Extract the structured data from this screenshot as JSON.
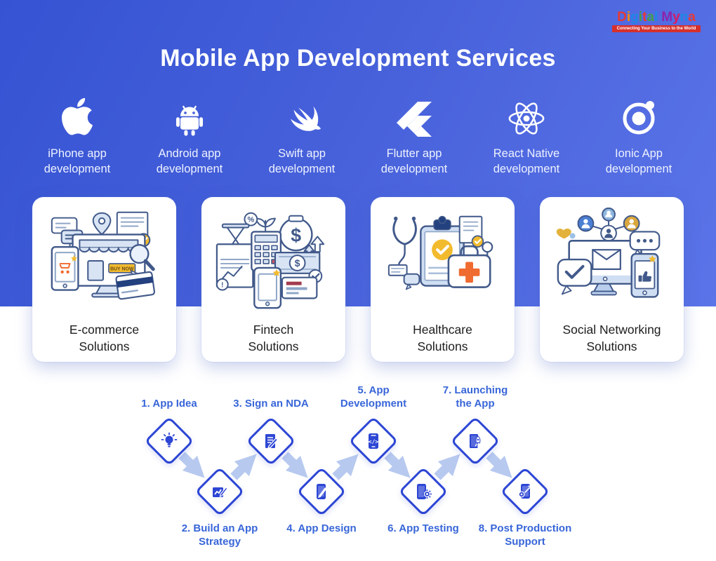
{
  "logo": {
    "brand": "Digital Myna",
    "word1": [
      {
        "ch": "D",
        "color": "#e53935"
      },
      {
        "ch": "i",
        "color": "#fb8c00"
      },
      {
        "ch": "g",
        "color": "#1e88e5"
      },
      {
        "ch": "i",
        "color": "#43a047"
      },
      {
        "ch": "t",
        "color": "#e53935"
      },
      {
        "ch": "a",
        "color": "#43a047"
      },
      {
        "ch": "l",
        "color": "#1e88e5"
      }
    ],
    "word2": [
      {
        "ch": "M",
        "color": "#8e24aa"
      },
      {
        "ch": "y",
        "color": "#d81b60"
      },
      {
        "ch": "n",
        "color": "#1e88e5"
      },
      {
        "ch": "a",
        "color": "#e53935"
      }
    ],
    "tagline": "Connecting Your Business to the World"
  },
  "header": {
    "title": "Mobile App Development Services"
  },
  "platforms": [
    {
      "icon": "apple-icon",
      "label": "iPhone app development"
    },
    {
      "icon": "android-icon",
      "label": "Android app development"
    },
    {
      "icon": "swift-icon",
      "label": "Swift app development"
    },
    {
      "icon": "flutter-icon",
      "label": "Flutter app development"
    },
    {
      "icon": "react-icon",
      "label": "React Native development"
    },
    {
      "icon": "ionic-icon",
      "label": "Ionic App development"
    }
  ],
  "solutions": [
    {
      "label": "E-commerce Solutions"
    },
    {
      "label": "Fintech Solutions"
    },
    {
      "label": "Healthcare Solutions"
    },
    {
      "label": "Social Networking Solutions"
    }
  ],
  "process": {
    "steps": [
      {
        "num": "1",
        "label": "1. App Idea",
        "icon": "idea-icon"
      },
      {
        "num": "2",
        "label": "2. Build an App Strategy",
        "icon": "strategy-icon"
      },
      {
        "num": "3",
        "label": "3. Sign an NDA",
        "icon": "nda-icon"
      },
      {
        "num": "4",
        "label": "4. App Design",
        "icon": "design-icon"
      },
      {
        "num": "5",
        "label": "5. App Development",
        "icon": "development-icon"
      },
      {
        "num": "6",
        "label": "6. App Testing",
        "icon": "testing-icon"
      },
      {
        "num": "7",
        "label": "7. Launching the App",
        "icon": "launch-icon"
      },
      {
        "num": "8",
        "label": "8. Post Production Support",
        "icon": "support-icon"
      }
    ]
  },
  "colors": {
    "hero_gradient_start": "#3553d3",
    "hero_gradient_end": "#5b74e8",
    "step_label_blue": "#3866d8",
    "diamond_blue": "#2d46d4",
    "arrow_light_blue": "#b7c9ef",
    "accent_yellow": "#f2bb2e",
    "accent_orange": "#ef6b30",
    "accent_navy": "#23407f",
    "logo_strip_red": "#d6302c"
  }
}
